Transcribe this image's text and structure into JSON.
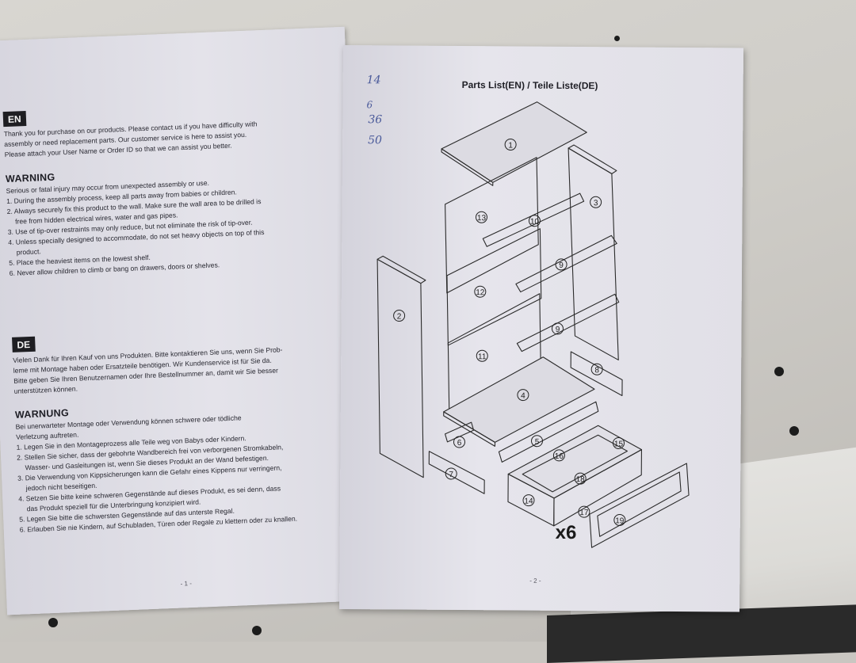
{
  "left_page": {
    "en_tag": "EN",
    "en_intro": [
      "Thank you for purchase on our products. Please contact us if you have difficulty with",
      "assembly or need replacement parts. Our customer service is here to assist you.",
      "Please attach your User Name or Order ID so that we can assist you better."
    ],
    "warning_heading": "WARNING",
    "warning_items": [
      "Serious or fatal injury may occur from unexpected assembly or use.",
      "1. During the assembly process, keep all parts away from babies or children.",
      "2. Always securely fix this product to the wall. Make sure the wall area to be drilled is",
      "   free from hidden electrical wires, water and gas pipes.",
      "3. Use of tip-over restraints may only reduce, but not eliminate the risk of tip-over.",
      "4. Unless specially designed to accommodate, do not set heavy objects on top of this",
      "   product.",
      "5. Place the heaviest items on the lowest shelf.",
      "6. Never allow children to climb or bang on drawers, doors or shelves."
    ],
    "de_tag": "DE",
    "de_intro": [
      "Vielen Dank für Ihren Kauf von uns Produkten. Bitte kontaktieren Sie uns, wenn Sie Prob-",
      "leme mit Montage haben oder Ersatzteile benötigen. Wir Kundenservice ist für Sie da.",
      "Bitte geben Sie Ihren Benutzernamen oder Ihre Bestellnummer an, damit wir Sie besser",
      "unterstützen können."
    ],
    "warnung_heading": "WARNUNG",
    "warnung_items": [
      "Bei unerwarteter Montage oder Verwendung können schwere oder tödliche",
      "Verletzung auftreten.",
      "1. Legen Sie in den Montageprozess alle Teile weg von Babys oder Kindern.",
      "2. Stellen Sie sicher, dass der gebohrte Wandbereich frei von verborgenen Stromkabeln,",
      "   Wasser- und Gasleitungen ist, wenn Sie dieses Produkt an der Wand befestigen.",
      "3. Die Verwendung von Kippsicherungen kann die Gefahr eines Kippens nur verringern,",
      "   jedoch nicht beseitigen.",
      "4. Setzen Sie bitte keine schweren Gegenstände auf dieses Produkt, es sei denn, dass",
      "   das Produkt speziell für die Unterbringung konzipiert wird.",
      "5. Legen Sie bitte die schwersten Gegenstände auf das unterste Regal.",
      "6. Erlauben Sie nie Kindern, auf Schubladen, Türen oder Regale zu klettern oder zu knallen."
    ],
    "page_number": "- 1 -"
  },
  "right_page": {
    "title": "Parts List(EN) / Teile Liste(DE)",
    "handwritten_notes": [
      "14",
      "6",
      "36",
      "50"
    ],
    "callouts": [
      "1",
      "2",
      "3",
      "4",
      "5",
      "6",
      "7",
      "8",
      "9",
      "9",
      "10",
      "11",
      "12",
      "13",
      "14",
      "15",
      "16",
      "17",
      "18",
      "19"
    ],
    "quantity_label": "x6",
    "page_number": "- 2 -"
  },
  "colors": {
    "paper": "#e4e3ea",
    "ink": "#2a2a33",
    "pen": "#4a5a9a",
    "table": "#d8d6d1"
  }
}
